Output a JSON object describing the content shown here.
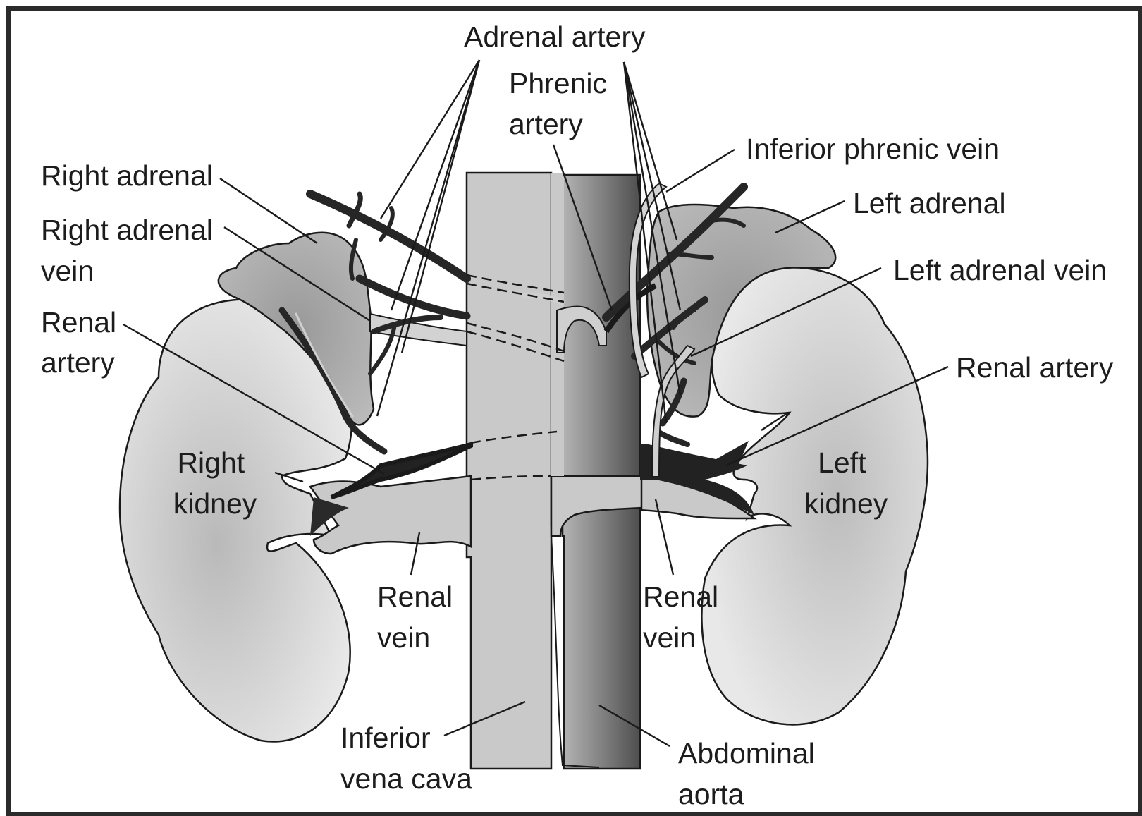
{
  "labels": {
    "adrenal_artery": "Adrenal artery",
    "phrenic_artery": [
      "Phrenic",
      "artery"
    ],
    "inferior_phrenic_vein": "Inferior phrenic vein",
    "right_adrenal": "Right adrenal",
    "right_adrenal_vein": [
      "Right adrenal",
      "vein"
    ],
    "left_adrenal": "Left adrenal",
    "left_adrenal_vein": "Left adrenal vein",
    "right_renal_artery": [
      "Renal",
      "artery"
    ],
    "left_renal_artery": "Renal artery",
    "right_kidney": [
      "Right",
      "kidney"
    ],
    "left_kidney": [
      "Left",
      "kidney"
    ],
    "right_renal_vein": [
      "Renal",
      "vein"
    ],
    "left_renal_vein": [
      "Renal",
      "vein"
    ],
    "inferior_vena_cava": [
      "Inferior",
      "vena cava"
    ],
    "abdominal_aorta": [
      "Abdominal",
      "aorta"
    ]
  },
  "colors": {
    "frame": "#2b2b2b",
    "kidney_fill_center": "#bdbdbd",
    "kidney_fill_edge": "#e6e6e6",
    "adrenal_fill": "#a9a9a9",
    "vena_cava": "#c8c8c8",
    "aorta_dark": "#6a6a6a",
    "artery_branch": "#2a2a2a"
  }
}
